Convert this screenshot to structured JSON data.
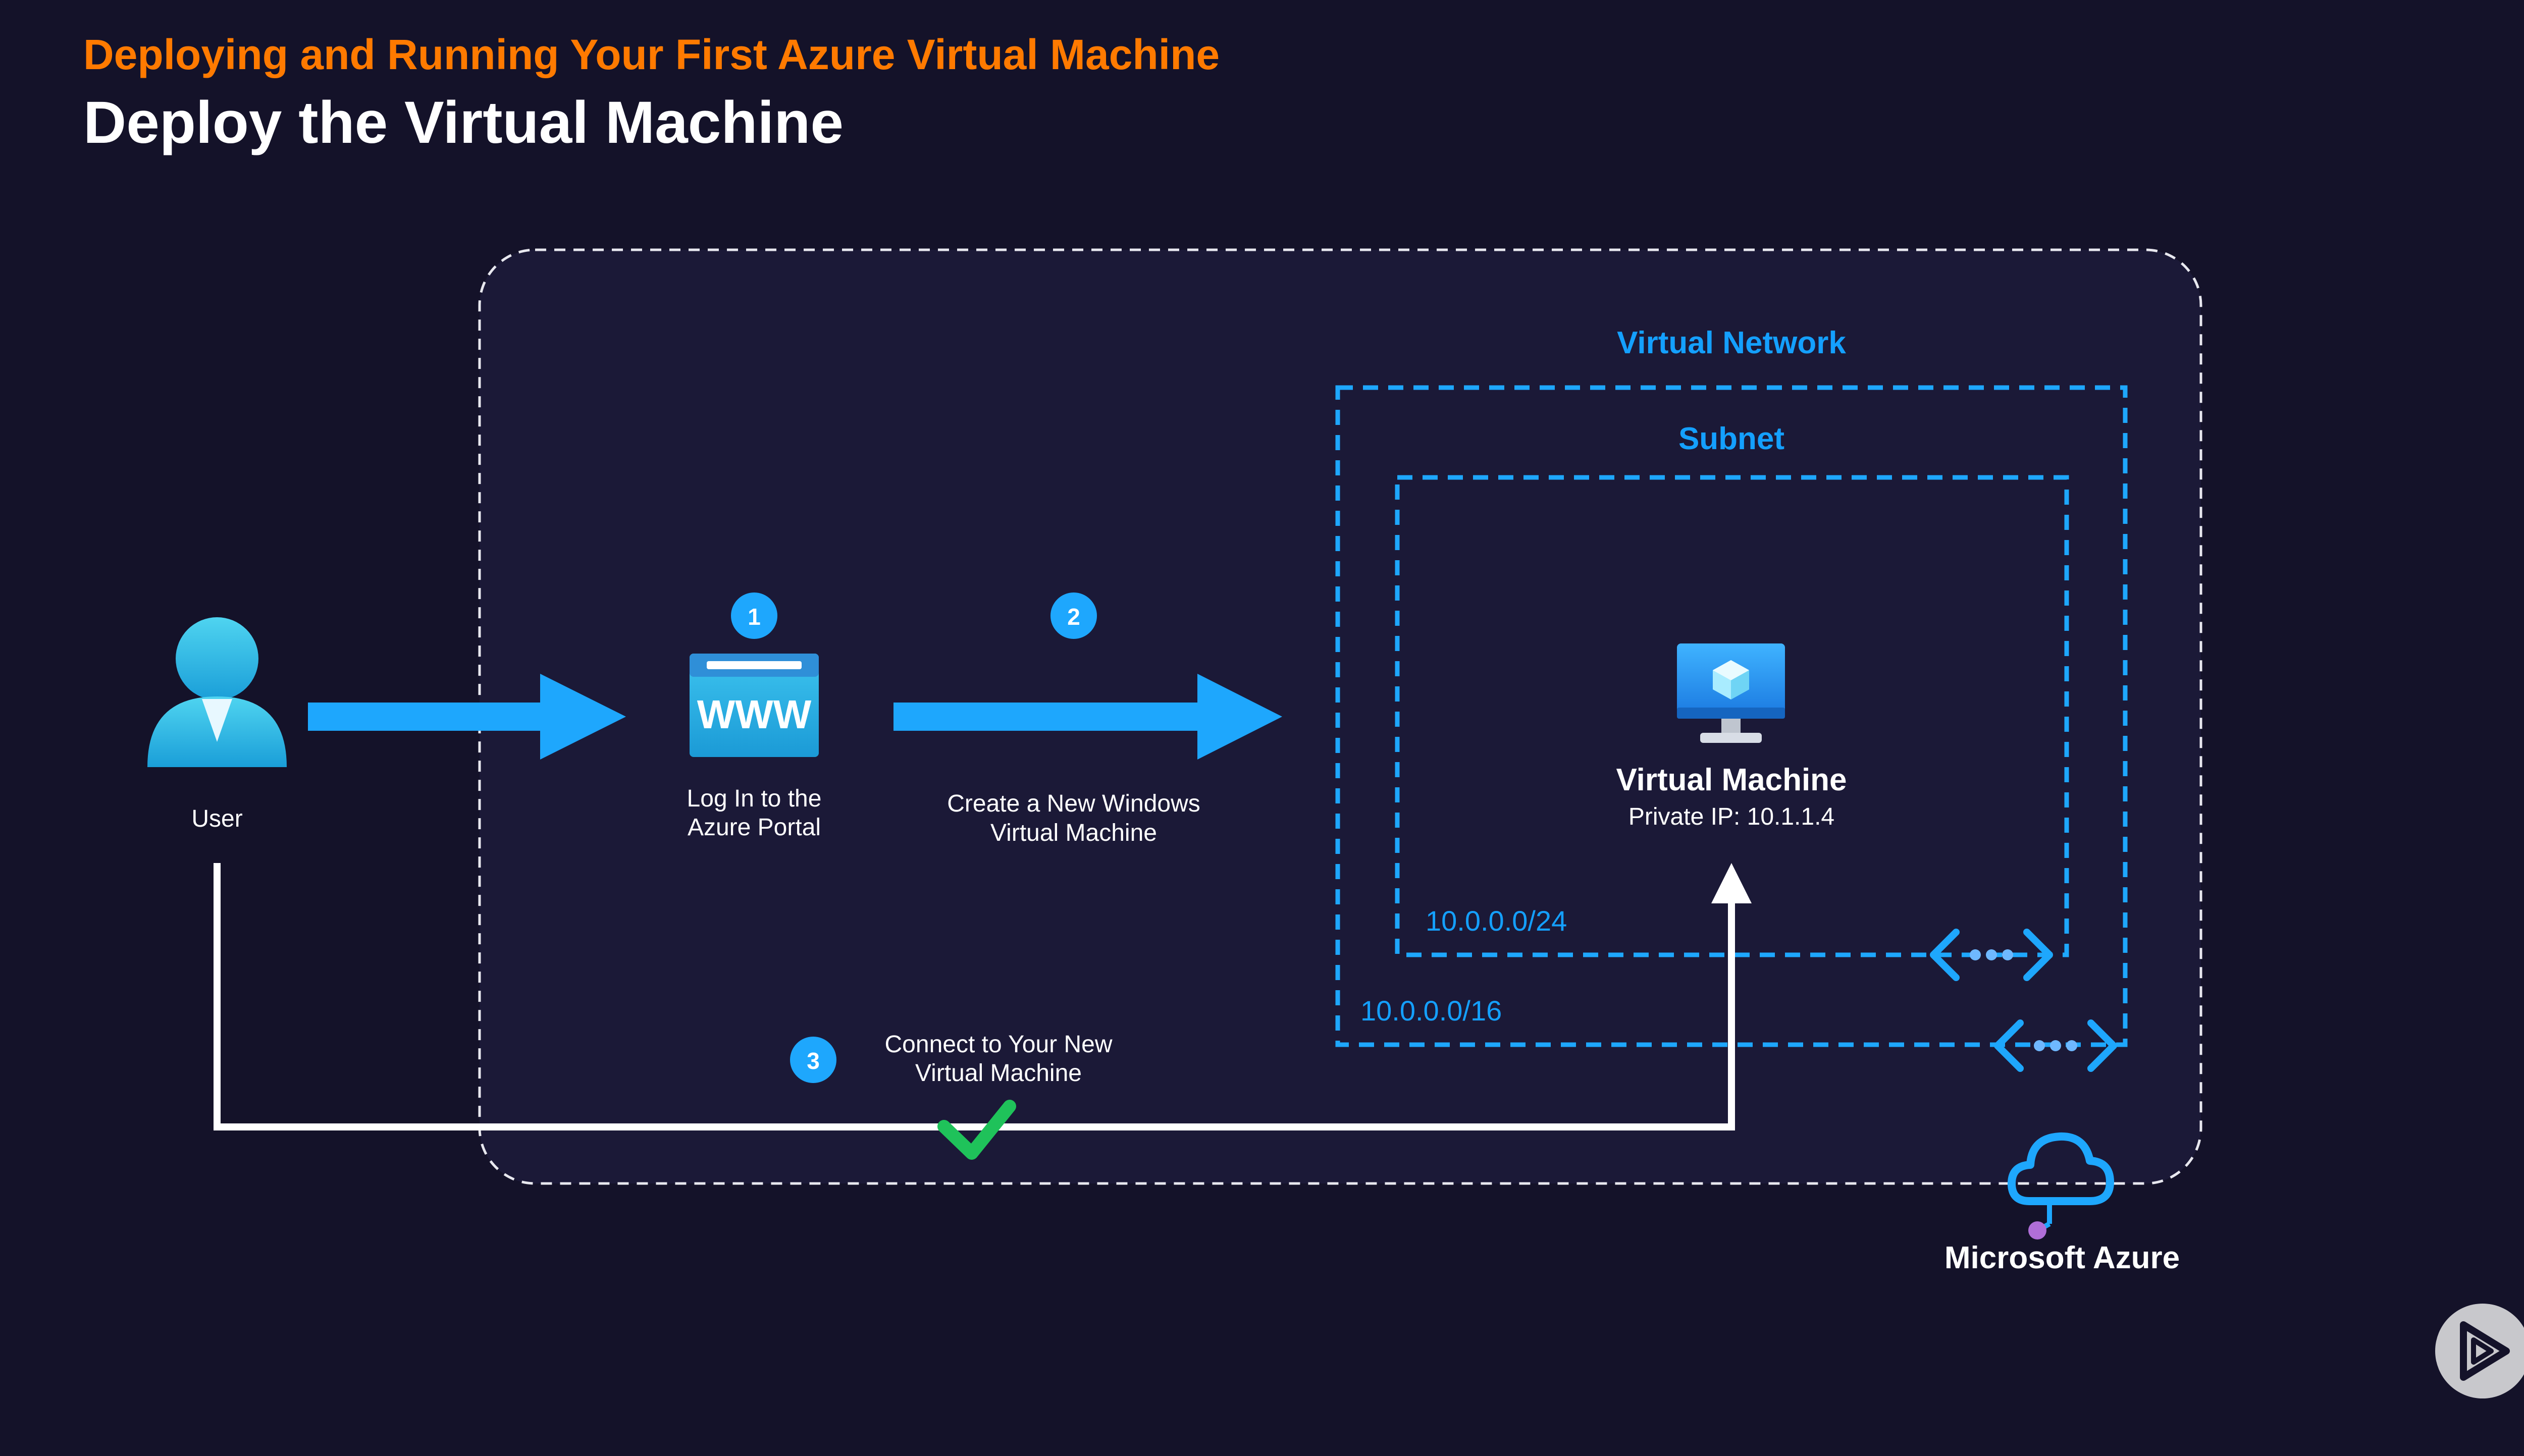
{
  "header": {
    "course_title": "Deploying and Running Your First Azure Virtual Machine",
    "slide_title": "Deploy the Virtual Machine"
  },
  "colors": {
    "background": "#141229",
    "panel": "#1b1937",
    "accent_orange": "#ff7a00",
    "azure_blue": "#1ea7fd",
    "label_blue": "#14a0ff",
    "white": "#ffffff",
    "check_green": "#1fc25a"
  },
  "diagram": {
    "user": {
      "label": "User",
      "icon": "user-icon"
    },
    "steps": [
      {
        "number": "1",
        "label_line1": "Log In to the",
        "label_line2": "Azure Portal",
        "icon": "www-browser-icon"
      },
      {
        "number": "2",
        "label_line1": "Create a New Windows",
        "label_line2": "Virtual Machine"
      },
      {
        "number": "3",
        "label_line1": "Connect to Your New",
        "label_line2": "Virtual Machine"
      }
    ],
    "virtual_network": {
      "label": "Virtual Network",
      "cidr": "10.0.0.0/16"
    },
    "subnet": {
      "label": "Subnet",
      "cidr": "10.0.0.0/24"
    },
    "vm": {
      "title": "Virtual Machine",
      "private_ip": "Private IP: 10.1.1.4",
      "icon": "virtual-machine-icon"
    },
    "cloud": {
      "label": "Microsoft Azure",
      "icon": "azure-cloud-icon"
    }
  },
  "controls": {
    "play_button": "play-icon"
  }
}
